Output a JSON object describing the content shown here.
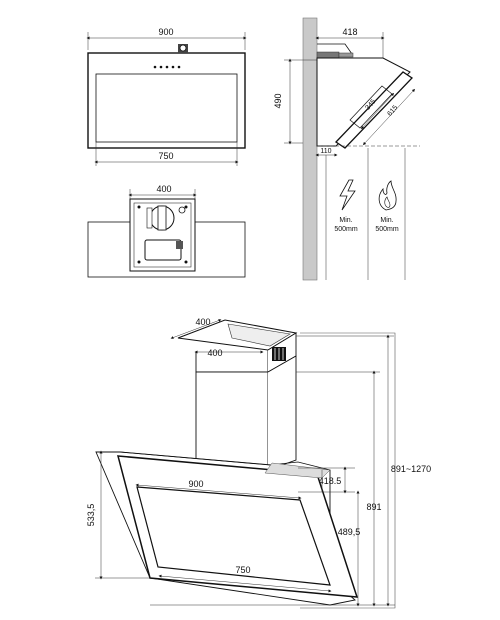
{
  "front_view": {
    "width_label": "900",
    "inner_width_label": "750"
  },
  "side_view": {
    "depth_label": "418",
    "height_label": "490",
    "diag_short_label": "345",
    "diag_long_label": "615",
    "offset_label": "110",
    "electric_min_label": "Min.",
    "electric_dist_label": "500mm",
    "gas_min_label": "Min.",
    "gas_dist_label": "500mm"
  },
  "top_view": {
    "width_label": "400"
  },
  "iso_view": {
    "chimney_depth_label": "400",
    "chimney_width_label": "400",
    "hood_width_label": "900",
    "glass_width_label": "750",
    "panel_height_label": "533,5",
    "depth_label": "418.5",
    "height_range_label": "891~1270",
    "height_min_label": "891",
    "glass_height_label": "489,5"
  }
}
